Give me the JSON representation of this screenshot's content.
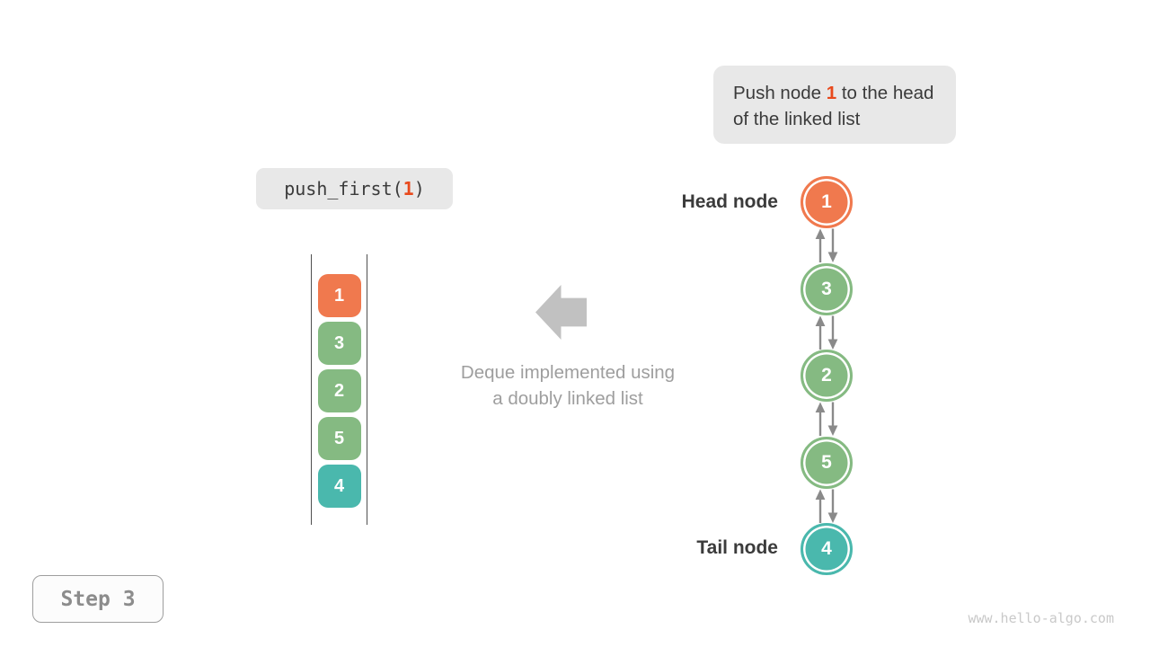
{
  "page": {
    "step_label": "Step 3",
    "watermark": "www.hello-algo.com"
  },
  "callout": {
    "text_prefix": "Push node ",
    "highlight": "1",
    "text_suffix": " to the head of the linked list"
  },
  "operation": {
    "code_prefix": "push_first(",
    "code_arg": "1",
    "code_suffix": ")"
  },
  "deque_stack": {
    "items": [
      {
        "value": "1",
        "color": "#f0794e"
      },
      {
        "value": "3",
        "color": "#85ba82"
      },
      {
        "value": "2",
        "color": "#85ba82"
      },
      {
        "value": "5",
        "color": "#85ba82"
      },
      {
        "value": "4",
        "color": "#4ab8ad"
      }
    ]
  },
  "caption": {
    "line1": "Deque implemented using",
    "line2": "a doubly linked list"
  },
  "linked_list": {
    "head_label": "Head node",
    "tail_label": "Tail node",
    "nodes": [
      {
        "value": "1",
        "color": "#f0794e"
      },
      {
        "value": "3",
        "color": "#85ba82"
      },
      {
        "value": "2",
        "color": "#85ba82"
      },
      {
        "value": "5",
        "color": "#85ba82"
      },
      {
        "value": "4",
        "color": "#4ab8ad"
      }
    ]
  },
  "colors": {
    "highlight": "#e8491c",
    "callout_bg": "#e8e8e8",
    "code_bg": "#e8e8e8",
    "big_arrow_gray": "#c1c1c1",
    "caption_gray": "#9e9e9e",
    "connector_gray": "#8a8a8a",
    "dark_text": "#3b3b3b"
  }
}
